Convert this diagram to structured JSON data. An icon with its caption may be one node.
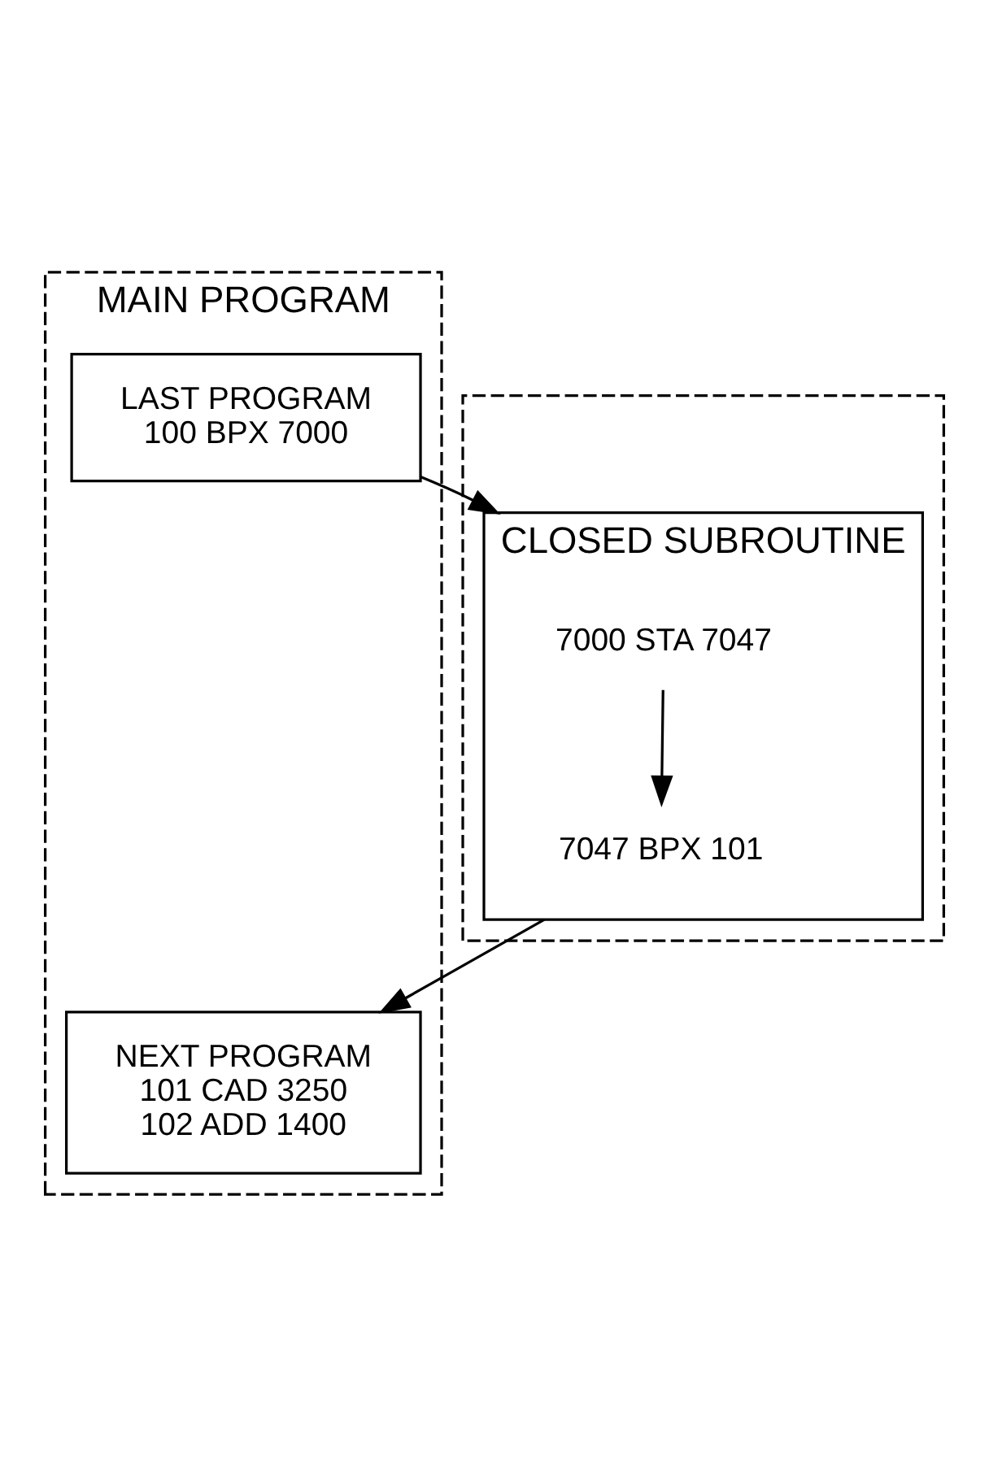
{
  "diagram": {
    "nodes": [
      {
        "text": [
          "MAIN PROGRAM"
        ]
      },
      {
        "text": [
          "LAST PROGRAM",
          "100 BPX 7000"
        ],
        "in": 0
      },
      {
        "text": [],
        "shape": "box"
      },
      {
        "text": [
          "CLOSED SUBROUTINE"
        ],
        "in": 2
      },
      {
        "text": [
          "7000 STA 7047"
        ],
        "in": 3
      },
      {
        "text": [
          "7047 BPX 101"
        ],
        "in": 3
      },
      {
        "text": [
          "NEXT PROGRAM",
          "101 CAD 3250",
          "102 ADD 1400"
        ],
        "in": 0
      }
    ],
    "edges": [
      {
        "from": 1,
        "to": 3,
        "arrow": "to"
      },
      {
        "from": 4,
        "to": 5,
        "arrow": "to"
      },
      {
        "from": 3,
        "to": 6,
        "arrow": "to"
      }
    ]
  }
}
